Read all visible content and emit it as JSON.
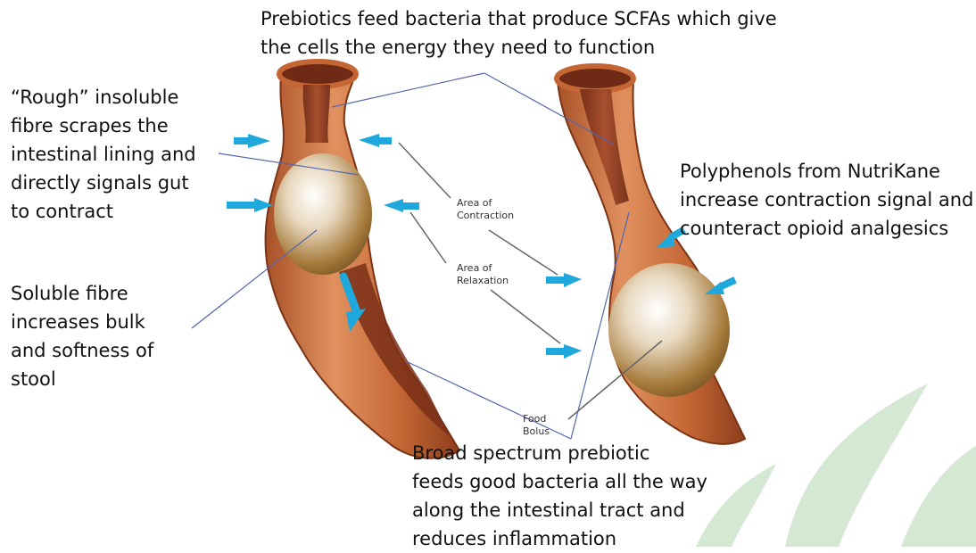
{
  "annotations": {
    "prebiotics_scfa": "Prebiotics feed bacteria that produce SCFAs which give\nthe cells the energy they need to function",
    "rough_fibre": "“Rough” insoluble\nfibre scrapes the\nintestinal lining and\ndirectly signals gut\nto contract",
    "soluble_fibre": "Soluble fibre\nincreases bulk\nand softness of\nstool",
    "polyphenols": "Polyphenols from NutriKane\nincrease contraction signal and\ncounteract opioid analgesics",
    "broad_spectrum": "Broad spectrum prebiotic\nfeeds good bacteria all the way\nalong the intestinal tract and\nreduces inflammation"
  },
  "diagram_labels": {
    "contraction": "Area of\nContraction",
    "relaxation": "Area of\nRelaxation",
    "food_bolus": "Food\nBolus"
  },
  "colors": {
    "intestine_outer": "#c76b3a",
    "intestine_inner": "#8a3a1f",
    "bolus": "#8a6328",
    "arrow_blue": "#1ea8dc",
    "leader_line": "#5566aa",
    "watermark": "#3f9a3c"
  }
}
